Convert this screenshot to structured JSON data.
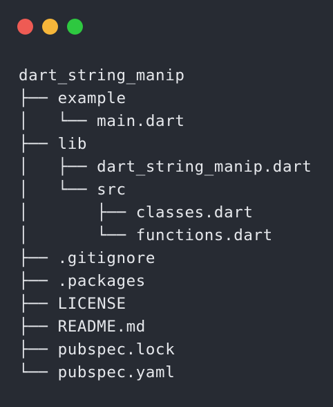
{
  "window": {
    "controls": {
      "close_color": "#ee5b54",
      "minimize_color": "#f6b63a",
      "maximize_color": "#2ec840"
    }
  },
  "tree": {
    "root": "dart_string_manip",
    "lines": [
      {
        "prefix": "├── ",
        "name": "example"
      },
      {
        "prefix": "│   └── ",
        "name": "main.dart"
      },
      {
        "prefix": "├── ",
        "name": "lib"
      },
      {
        "prefix": "│   ├── ",
        "name": "dart_string_manip.dart"
      },
      {
        "prefix": "│   └── ",
        "name": "src"
      },
      {
        "prefix": "│       ├── ",
        "name": "classes.dart"
      },
      {
        "prefix": "│       └── ",
        "name": "functions.dart"
      },
      {
        "prefix": "├── ",
        "name": ".gitignore"
      },
      {
        "prefix": "├── ",
        "name": ".packages"
      },
      {
        "prefix": "├── ",
        "name": "LICENSE"
      },
      {
        "prefix": "├── ",
        "name": "README.md"
      },
      {
        "prefix": "├── ",
        "name": "pubspec.lock"
      },
      {
        "prefix": "└── ",
        "name": "pubspec.yaml"
      }
    ]
  }
}
